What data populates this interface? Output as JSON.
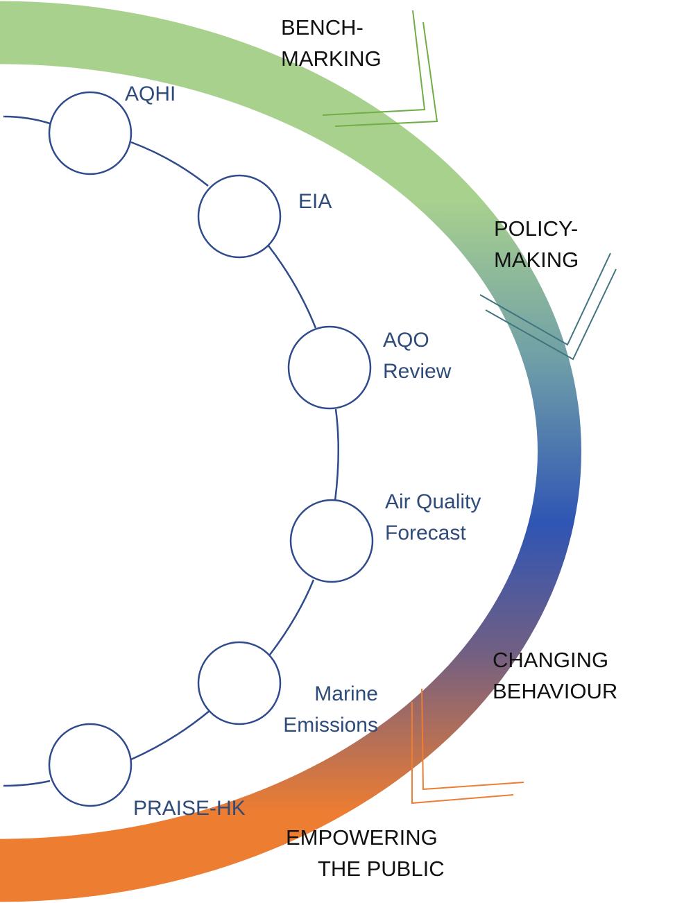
{
  "colors": {
    "band_top": "#a9d18e",
    "band_mid_green": "#a9d18e",
    "band_teal": "#6f9ea8",
    "band_blue": "#2f55b4",
    "band_purple": "#705f84",
    "band_bottom": "#ed7d31",
    "node_stroke": "#2f4b8c",
    "node_label": "#2f4b7a",
    "stage_label": "#111111",
    "arrow_green": "#70ad47",
    "arrow_teal": "#40757f",
    "arrow_orange": "#ed7d31"
  },
  "nodes": [
    {
      "id": "aqhi",
      "label_lines": [
        "AQHI"
      ]
    },
    {
      "id": "eia",
      "label_lines": [
        "EIA"
      ]
    },
    {
      "id": "aqo-review",
      "label_lines": [
        "AQO",
        "Review"
      ]
    },
    {
      "id": "air-quality-forecast",
      "label_lines": [
        "Air Quality",
        "Forecast"
      ]
    },
    {
      "id": "marine-emissions",
      "label_lines": [
        "Marine",
        "Emissions"
      ]
    },
    {
      "id": "praise-hk",
      "label_lines": [
        "PRAISE-HK"
      ]
    }
  ],
  "stages": [
    {
      "id": "benchmarking",
      "label_lines": [
        "BENCH-",
        "MARKING"
      ]
    },
    {
      "id": "policy-making",
      "label_lines": [
        "POLICY-",
        "MAKING"
      ]
    },
    {
      "id": "changing-behaviour",
      "label_lines": [
        "CHANGING",
        "BEHAVIOUR"
      ]
    },
    {
      "id": "empowering-the-public",
      "label_lines": [
        "EMPOWERING",
        "THE PUBLIC"
      ]
    }
  ]
}
